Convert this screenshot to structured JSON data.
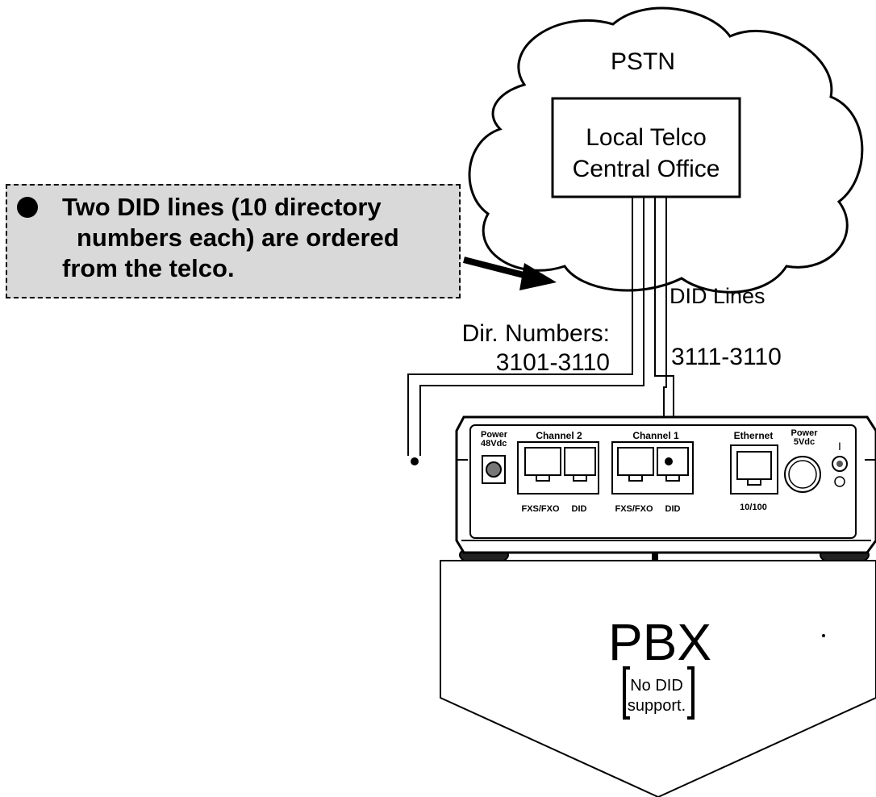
{
  "cloud": {
    "label": "PSTN"
  },
  "central_office": {
    "line1": "Local Telco",
    "line2": "Central Office"
  },
  "callout": {
    "line1": "Two DID lines (10 directory",
    "line2": "numbers each) are ordered",
    "line3": "from the telco."
  },
  "labels": {
    "did_lines": "DID Lines",
    "dir_numbers": "Dir. Numbers:",
    "range_channel2": "3101-3110",
    "range_channel1": "3111-3110"
  },
  "device": {
    "power48_line1": "Power",
    "power48_line2": "48Vdc",
    "channel2": "Channel 2",
    "channel1": "Channel 1",
    "fxs_fxo": "FXS/FXO",
    "did": "DID",
    "ethernet": "Ethernet",
    "ethernet_speed": "10/100",
    "power5_line1": "Power",
    "power5_line2": "5Vdc",
    "switch_mark": "I"
  },
  "pbx": {
    "label": "PBX",
    "note_line1": "No DID",
    "note_line2": "support."
  }
}
